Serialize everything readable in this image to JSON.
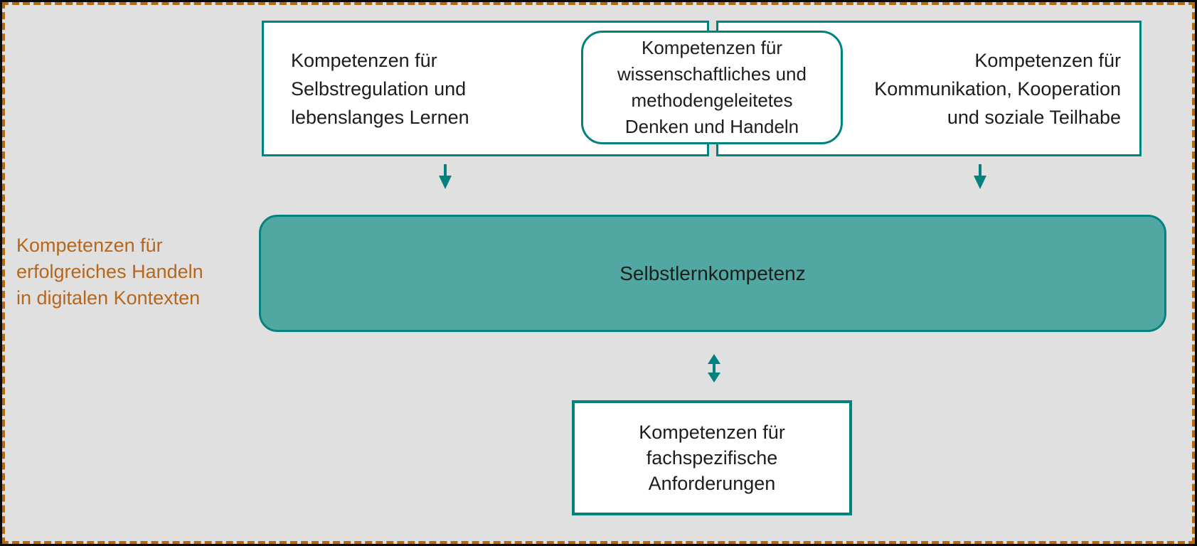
{
  "colors": {
    "background": "#e0e0e0",
    "teal_border": "#00827e",
    "teal_fill": "#51a8a2",
    "orange_accent": "#b5671c",
    "dashed_frame": "#b36a10",
    "text": "#1d1d1b"
  },
  "side_label": {
    "lines": [
      "Kompetenzen für",
      "erfolgreiches Handeln",
      "in digitalen Kontexten"
    ]
  },
  "top_left_box": {
    "lines": [
      "Kompetenzen für",
      "Selbstregulation und",
      "lebenslanges Lernen"
    ]
  },
  "top_center_box": {
    "lines": [
      "Kompetenzen für",
      "wissenschaftliches und",
      "methodengeleitetes",
      "Denken und Handeln"
    ]
  },
  "top_right_box": {
    "lines": [
      "Kompetenzen für",
      "Kommunikation, Kooperation",
      "und soziale Teilhabe"
    ]
  },
  "center_box": {
    "label": "Selbstlernkompetenz"
  },
  "bottom_box": {
    "lines": [
      "Kompetenzen für",
      "fachspezifische",
      "Anforderungen"
    ]
  }
}
